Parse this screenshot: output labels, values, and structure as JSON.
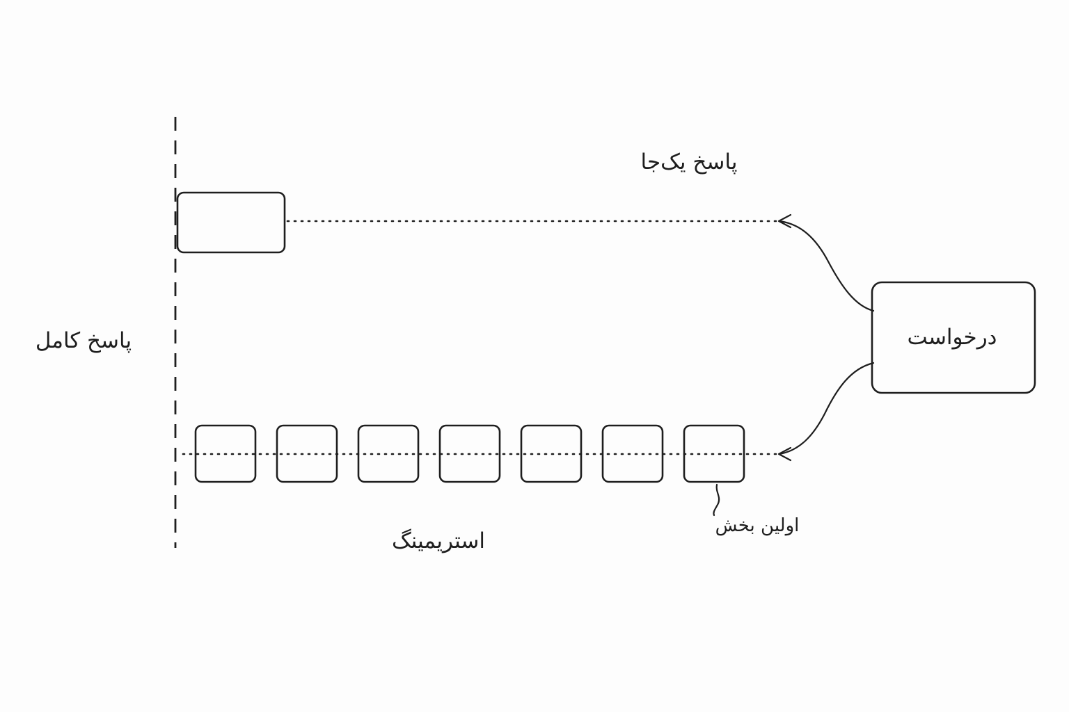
{
  "labels": {
    "one_shot": "پاسخ یک‌جا",
    "complete": "پاسخ کامل",
    "request": "درخواست",
    "streaming": "استریمینگ",
    "first_chunk": "اولین بخش"
  },
  "colors": {
    "blue_fill": "#c3dbf7",
    "blue_hatch": "#8fb6ea",
    "green_fill": "#c9f5cf",
    "green_hatch": "#9ee0a9",
    "stroke": "#1e1e1e",
    "background": "#fdfdfd"
  },
  "stream_chunks": [
    {
      "kind": "blue"
    },
    {
      "kind": "blue"
    },
    {
      "kind": "blue"
    },
    {
      "kind": "blue"
    },
    {
      "kind": "blue"
    },
    {
      "kind": "blue"
    },
    {
      "kind": "green"
    }
  ]
}
